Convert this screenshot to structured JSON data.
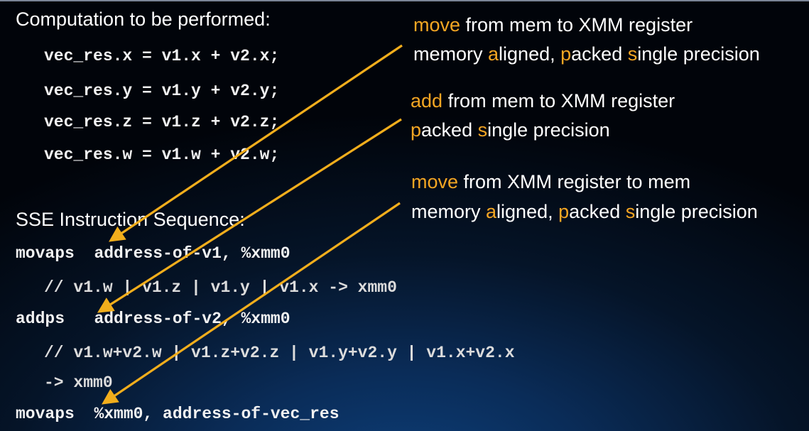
{
  "heading_computation": "Computation to be performed:",
  "computation_lines": [
    "vec_res.x = v1.x + v2.x;",
    "vec_res.y = v1.y + v2.y;",
    "vec_res.z = v1.z + v2.z;",
    "vec_res.w = v1.w + v2.w;"
  ],
  "heading_sse": "SSE Instruction Sequence:",
  "instructions": [
    {
      "op": "movaps",
      "operands": "address-of-v1, ",
      "reg": "%xmm0"
    },
    {
      "op": "addps",
      "operands": "address-of-v2, ",
      "reg": "%xmm0"
    },
    {
      "op": "movaps",
      "reg": "%xmm0",
      "operands": ", address-of-vec_res"
    }
  ],
  "comments": {
    "c1": {
      "text": "// v1.w | v1.z | v1.y | v1.x -> ",
      "reg": "xmm0"
    },
    "c2_line1": "// v1.w+v2.w | v1.z+v2.z | v1.y+v2.y | v1.x+v2.x",
    "c2_line2": {
      "text": "-> ",
      "reg": "xmm0"
    }
  },
  "annotations": {
    "movaps_in": {
      "line1": {
        "hl": "move",
        "rest": " from mem to XMM register"
      },
      "line2": [
        {
          "t": "memory ",
          "hl": false
        },
        {
          "t": "a",
          "hl": true
        },
        {
          "t": "ligned, ",
          "hl": false
        },
        {
          "t": "p",
          "hl": true
        },
        {
          "t": "acked ",
          "hl": false
        },
        {
          "t": "s",
          "hl": true
        },
        {
          "t": "ingle precision",
          "hl": false
        }
      ]
    },
    "addps": {
      "line1": {
        "hl": "add",
        "rest": " from mem to XMM register"
      },
      "line2": [
        {
          "t": "p",
          "hl": true
        },
        {
          "t": "acked ",
          "hl": false
        },
        {
          "t": "s",
          "hl": true
        },
        {
          "t": "ingle precision",
          "hl": false
        }
      ]
    },
    "movaps_out": {
      "line1": {
        "hl": "move",
        "rest": " from XMM register to mem"
      },
      "line2": [
        {
          "t": "memory ",
          "hl": false
        },
        {
          "t": "a",
          "hl": true
        },
        {
          "t": "ligned, ",
          "hl": false
        },
        {
          "t": "p",
          "hl": true
        },
        {
          "t": "acked ",
          "hl": false
        },
        {
          "t": "s",
          "hl": true
        },
        {
          "t": "ingle precision",
          "hl": false
        }
      ]
    }
  },
  "colors": {
    "highlight": "#f5a623",
    "arrow": "#f2ae1c",
    "background_dark": "#01040a",
    "background_blue": "#0d3f7a"
  }
}
